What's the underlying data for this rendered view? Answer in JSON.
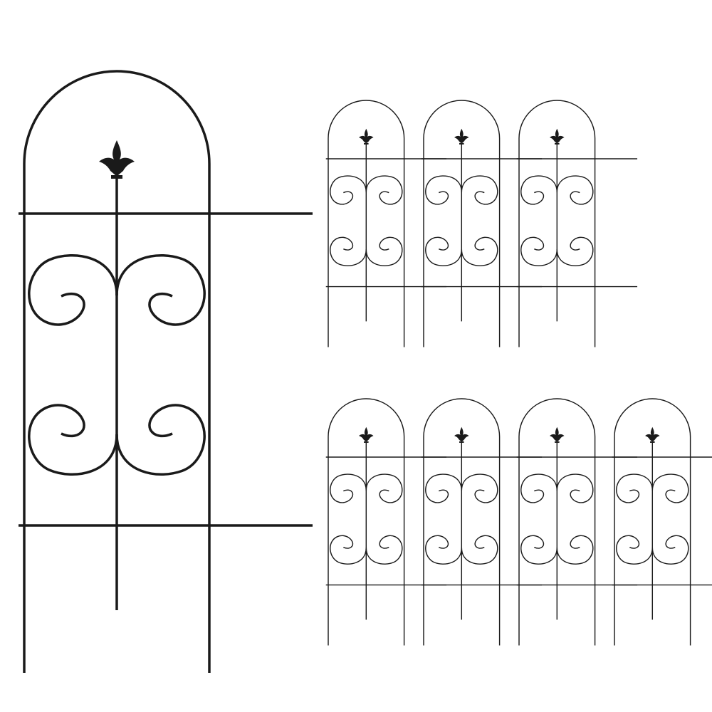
{
  "image": {
    "subject": "decorative-garden-fence-panels",
    "stroke_color": "#1a1a1a",
    "background_color": "#ffffff",
    "finial_icon": "fleur-de-lis-icon",
    "panel_count": 8,
    "layout_rows": [
      3,
      4
    ]
  }
}
